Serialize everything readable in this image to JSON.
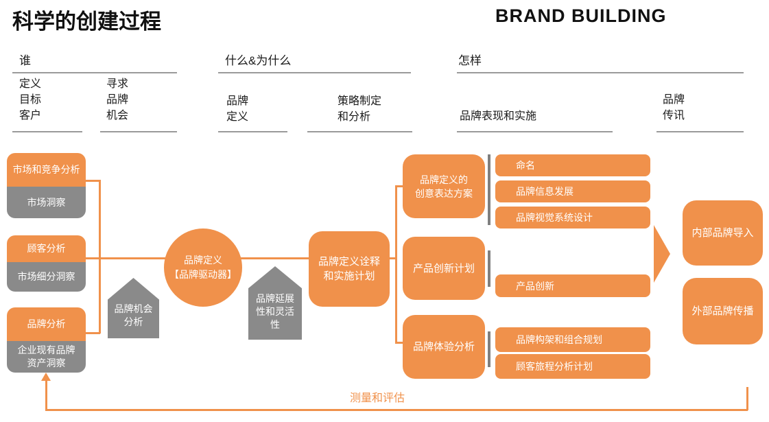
{
  "colors": {
    "orange": "#F0914B",
    "gray": "#8A8A8A",
    "separator_gray": "#7F7F7F",
    "rule_gray": "#9A9A9A"
  },
  "titles": {
    "main": "科学的创建过程",
    "brand": "BRAND BUILDING"
  },
  "columns": {
    "who": {
      "label": "谁"
    },
    "what_why": {
      "label": "什么&为什么"
    },
    "how": {
      "label": "怎样"
    }
  },
  "subheaders": {
    "define_target": "定义\n目标\n客户",
    "seek_opportunity": "寻求\n品牌\n机会",
    "brand_definition": "品牌\n定义",
    "strategy": "策略制定\n和分析",
    "performance": "品牌表现和实施",
    "communication": "品牌\n传讯"
  },
  "analysis_pairs": [
    {
      "analysis": "市场和竞争分析",
      "insight": "市场洞察"
    },
    {
      "analysis": "顾客分析",
      "insight": "市场细分洞察"
    },
    {
      "analysis": "品牌分析",
      "insight": "企业现有品牌\n资产洞察"
    }
  ],
  "pentagons": {
    "opportunity": "品牌机会\n分析",
    "extensibility": "品牌延展\n性和灵活\n性"
  },
  "driver_circle": "品牌定义\n【品牌驱动器】",
  "interpretation_box": "品牌定义诠释\n和实施计划",
  "plan_boxes": [
    "品牌定义的\n创意表达方案",
    "产品创新计划",
    "品牌体验分析"
  ],
  "deliverable_bars": [
    "命名",
    "品牌信息发展",
    "品牌视觉系统设计",
    "产品创新",
    "品牌构架和组合规划",
    "顾客旅程分析计划"
  ],
  "launch_boxes": [
    "内部品牌导入",
    "外部品牌传播"
  ],
  "measurement_label": "测量和评估"
}
